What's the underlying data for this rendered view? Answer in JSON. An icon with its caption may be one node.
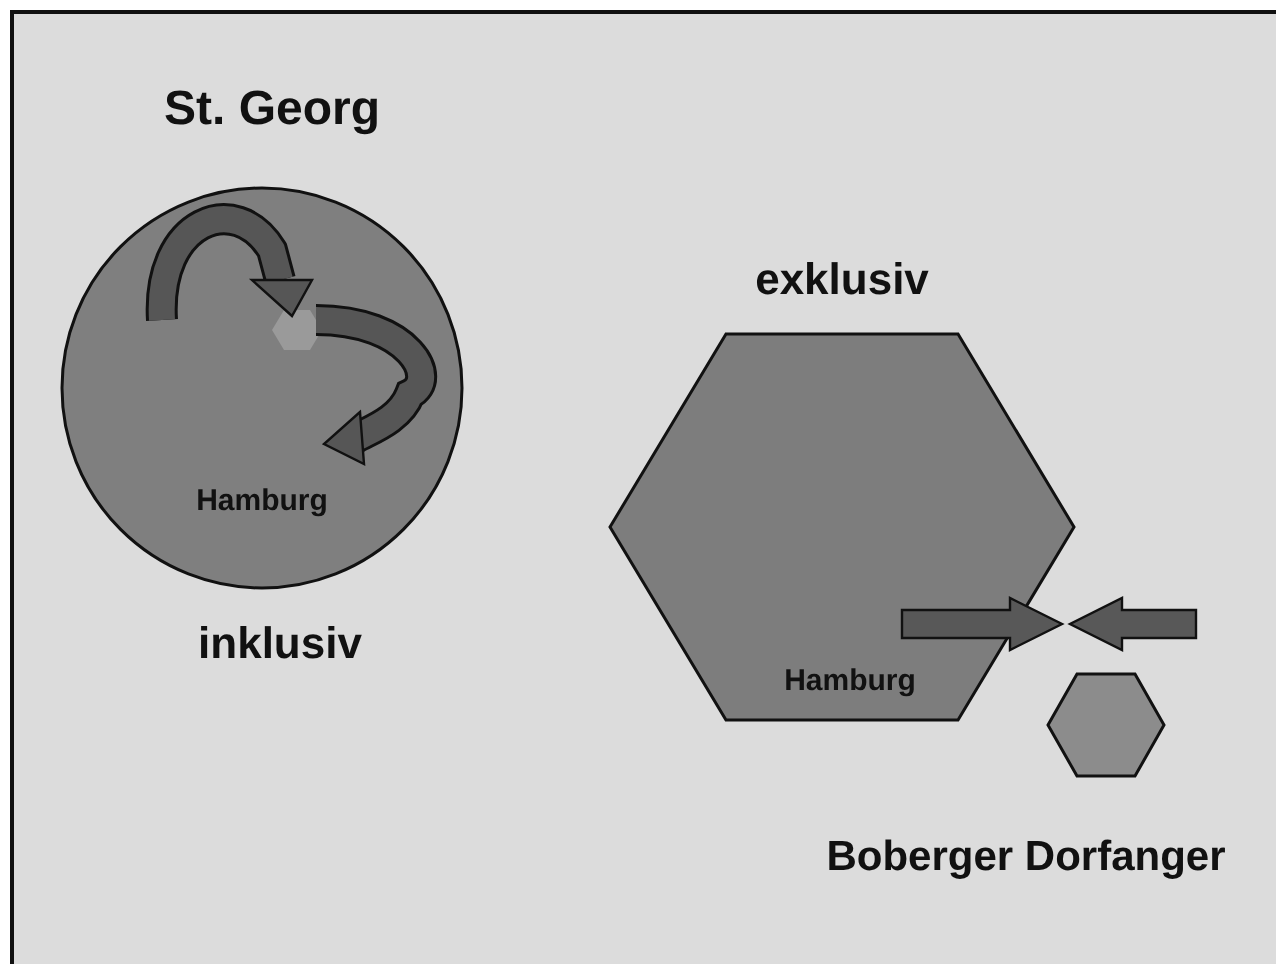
{
  "diagram": {
    "nodes": [
      {
        "text": [
          "St. Georg",
          "Hamburg"
        ],
        "beside": [
          "inklusiv"
        ]
      },
      {
        "text": [
          "exklusiv",
          "Hamburg"
        ]
      },
      {
        "text": [],
        "shape": "hexagon",
        "beside": [
          "Boberger Dorfanger"
        ]
      }
    ],
    "edges": [
      {
        "from": 1,
        "to": 2,
        "arrow": "to"
      },
      {
        "from": 2,
        "to": 1,
        "arrow": "to"
      }
    ]
  }
}
